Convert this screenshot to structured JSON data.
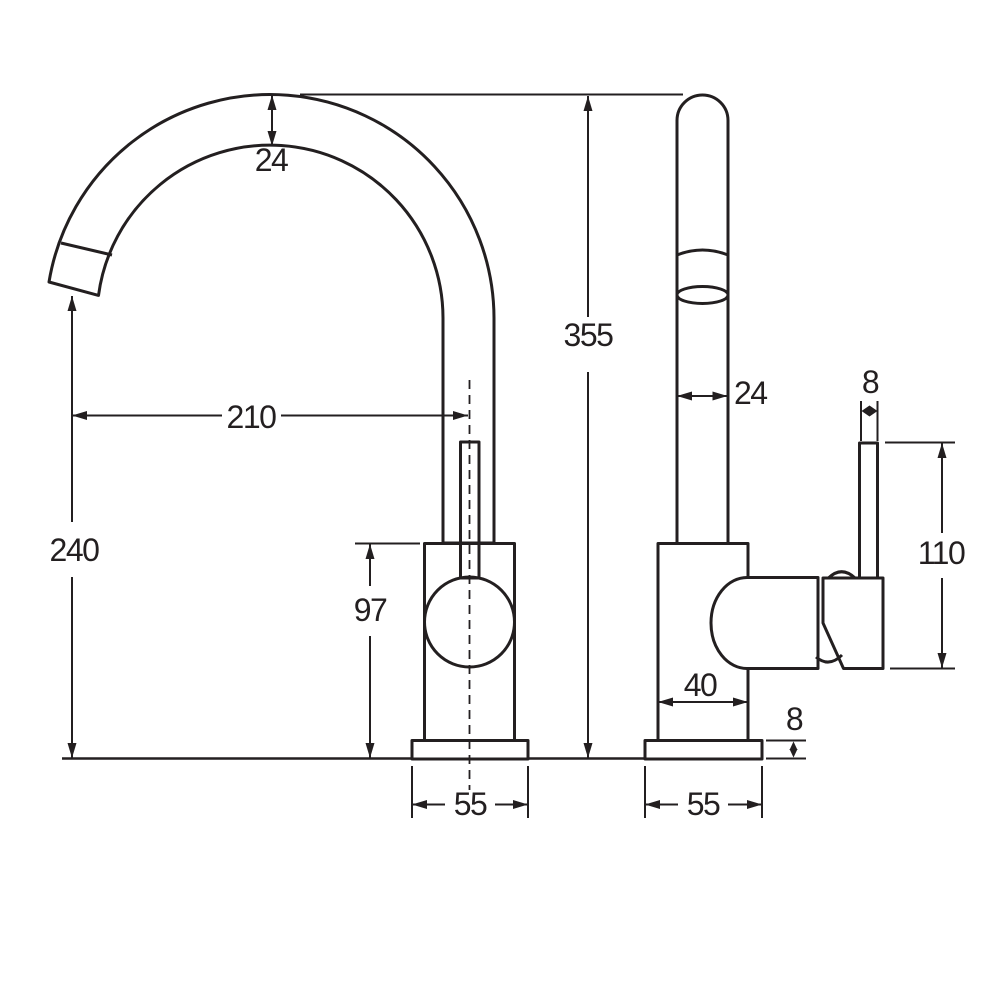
{
  "drawing": {
    "type": "technical-dimension-drawing",
    "subject": "kitchen sink mixer tap, gooseneck spout, two orthographic views",
    "background_color": "#ffffff",
    "line_color": "#231f20",
    "views": {
      "front": "front view with curved gooseneck spout",
      "side": "side view with lever handle"
    },
    "dims": {
      "spout_tube_width_front": "24",
      "overall_height": "355",
      "spout_reach": "210",
      "spout_outlet_height": "240",
      "body_height": "97",
      "base_width_front": "55",
      "tube_width_side": "24",
      "lever_thickness": "8",
      "handle_height": "110",
      "body_depth": "40",
      "base_plate_thickness": "8",
      "base_width_side": "55"
    }
  }
}
